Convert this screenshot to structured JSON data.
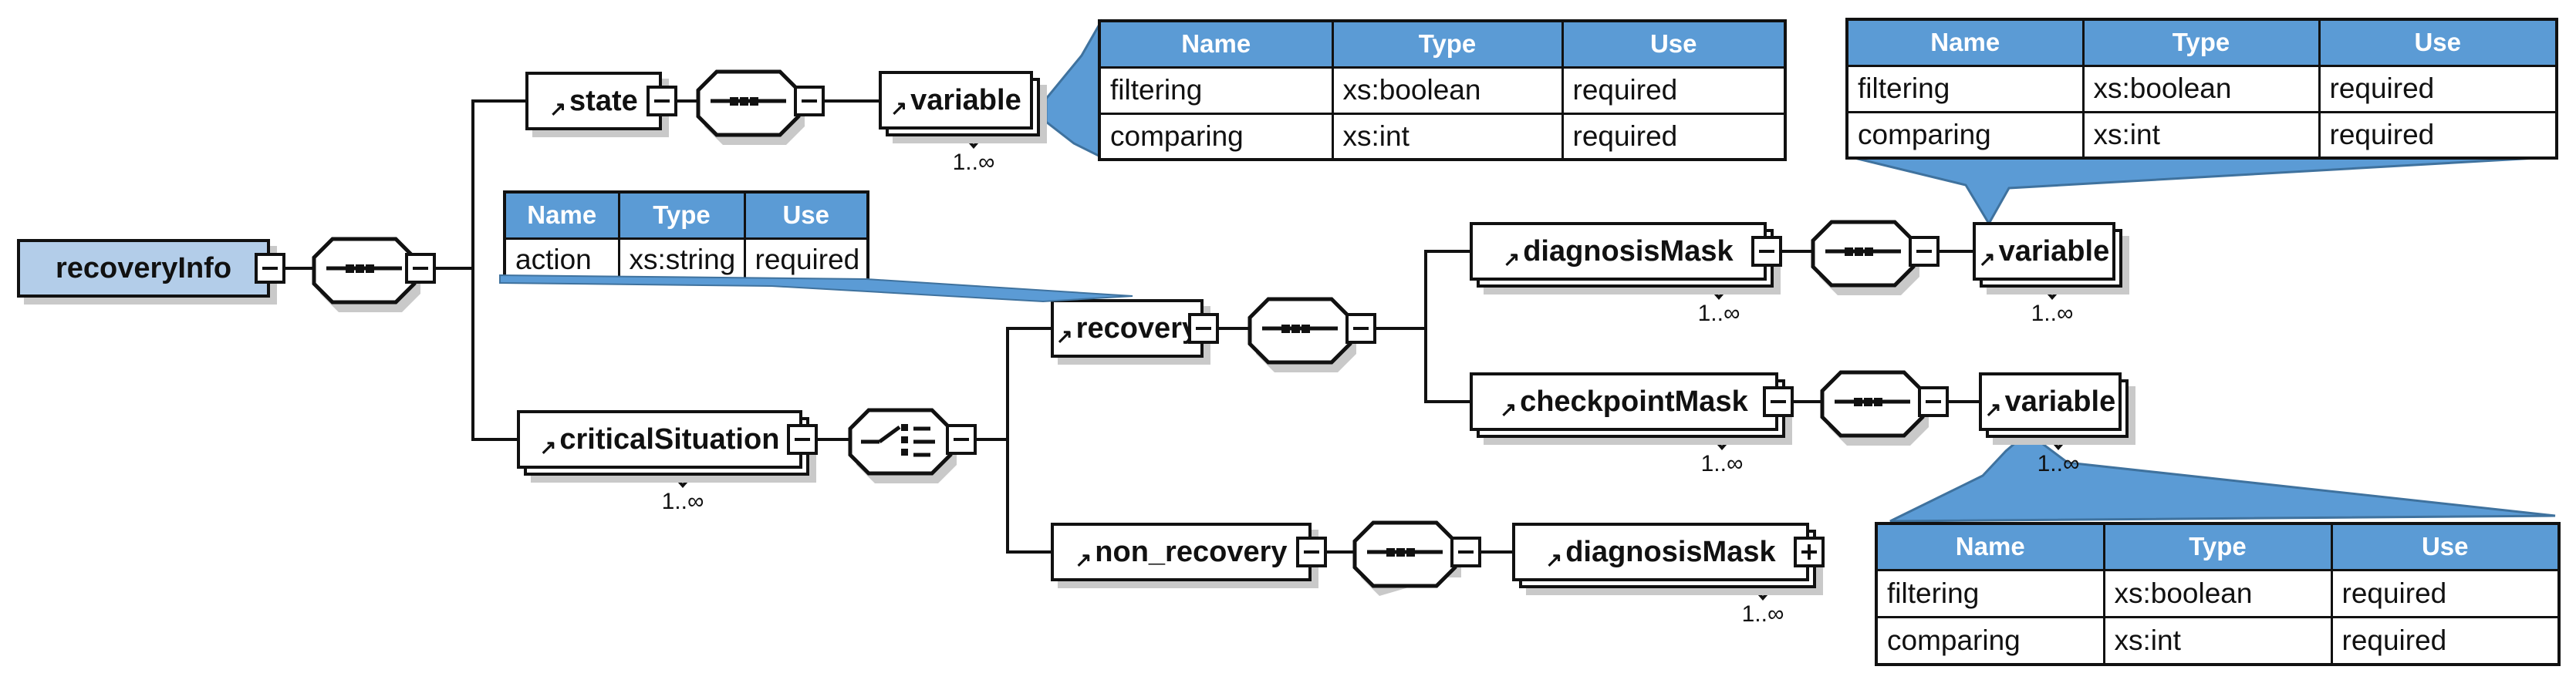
{
  "diagram": {
    "occurrence": "1..∞",
    "elements": {
      "recoveryInfo": "recoveryInfo",
      "state": "state",
      "variable": "variable",
      "criticalSituation": "criticalSituation",
      "recovery": "recovery",
      "diagnosisMask": "diagnosisMask",
      "checkpointMask": "checkpointMask",
      "non_recovery": "non_recovery"
    },
    "icons": {
      "sequence": "sequence-compositor",
      "choice": "choice-compositor",
      "reference_arrow": "↗",
      "collapse": "−",
      "expand": "+"
    }
  },
  "tables": {
    "state_variable": {
      "headers": [
        "Name",
        "Type",
        "Use"
      ],
      "rows": [
        [
          "filtering",
          "xs:boolean",
          "required"
        ],
        [
          "comparing",
          "xs:int",
          "required"
        ]
      ]
    },
    "action": {
      "headers": [
        "Name",
        "Type",
        "Use"
      ],
      "rows": [
        [
          "action",
          "xs:string",
          "required"
        ]
      ]
    },
    "diagnosis_variable": {
      "headers": [
        "Name",
        "Type",
        "Use"
      ],
      "rows": [
        [
          "filtering",
          "xs:boolean",
          "required"
        ],
        [
          "comparing",
          "xs:int",
          "required"
        ]
      ]
    },
    "checkpoint_variable": {
      "headers": [
        "Name",
        "Type",
        "Use"
      ],
      "rows": [
        [
          "filtering",
          "xs:boolean",
          "required"
        ],
        [
          "comparing",
          "xs:int",
          "required"
        ]
      ]
    }
  },
  "colors": {
    "header_blue": "#5b9bd5",
    "callout_fill": "#5b9bd5",
    "callout_edge": "#3f729e",
    "element_fill": "#b3cde9",
    "line": "#111111",
    "shadow": "#c9c9c9"
  }
}
